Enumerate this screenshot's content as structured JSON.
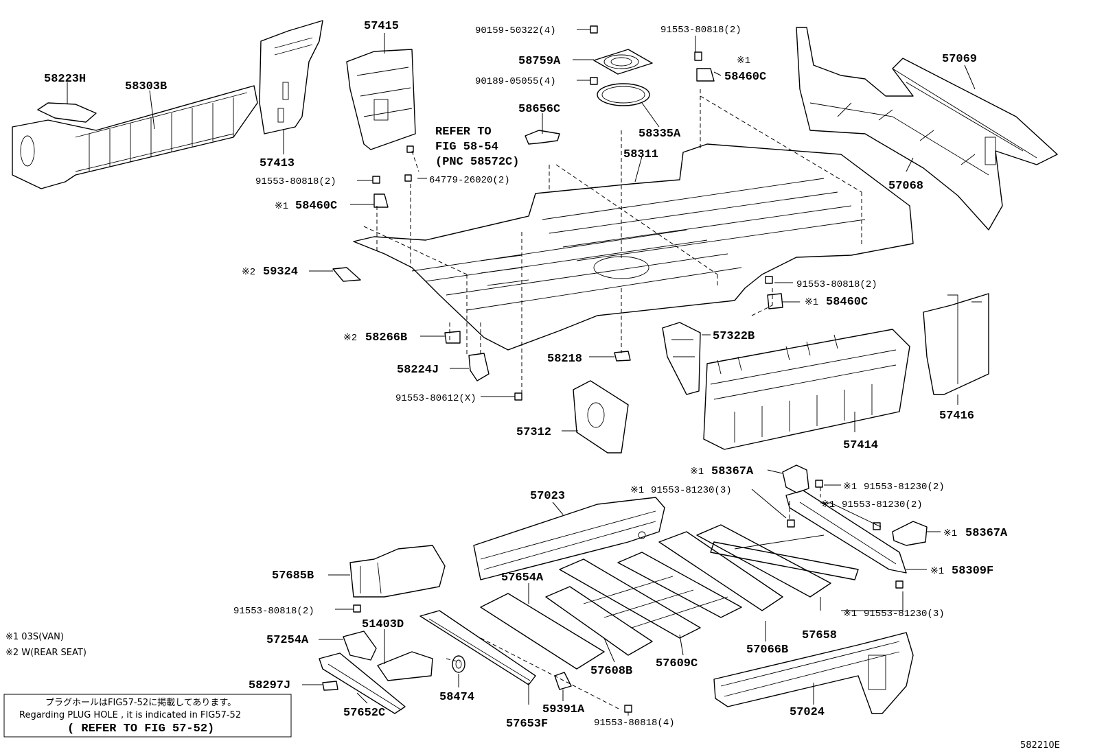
{
  "diagram_id": "582210E",
  "parts": {
    "p58223H": "58223H",
    "p58303B": "58303B",
    "p57413": "57413",
    "p57415": "57415",
    "p90159": "90159-50322(4)",
    "p58759A": "58759A",
    "p90189": "90189-05055(4)",
    "p58335A": "58335A",
    "p91553_80818_top": "91553-80818(2)",
    "p58460C_top": "58460C",
    "p58656C": "58656C",
    "p58311": "58311",
    "p57069": "57069",
    "p57068": "57068",
    "p91553_80818_left": "91553-80818(2)",
    "p64779": "64779-26020(2)",
    "p58460C_left": "58460C",
    "p59324": "59324",
    "p58266B": "58266B",
    "p58224J": "58224J",
    "p91553_80612": "91553-80612(X)",
    "p58218": "58218",
    "p57322B": "57322B",
    "p91553_80818_right": "91553-80818(2)",
    "p58460C_right": "58460C",
    "p57416": "57416",
    "p57414": "57414",
    "p57312": "57312",
    "p58367A_top": "58367A",
    "p91553_81230_a": "91553-81230(2)",
    "p91553_81230_b": "91553-81230(3)",
    "p91553_81230_c": "91553-81230(2)",
    "p58367A_right": "58367A",
    "p58309F": "58309F",
    "p91553_81230_d": "91553-81230(3)",
    "p57023": "57023",
    "p57685B": "57685B",
    "p91553_80818_lower": "91553-80818(2)",
    "p57654A": "57654A",
    "p57658": "57658",
    "p57254A": "57254A",
    "p51403D": "51403D",
    "p57066B": "57066B",
    "p57609C": "57609C",
    "p57608B": "57608B",
    "p58297J": "58297J",
    "p58474": "58474",
    "p59391A": "59391A",
    "p57652C": "57652C",
    "p57653F": "57653F",
    "p91553_80818_bottom": "91553-80818(4)",
    "p57024": "57024"
  },
  "refer": {
    "line1": "REFER TO",
    "line2": "FIG 58-54",
    "line3": "(PNC 58572C)"
  },
  "marks": {
    "m1": "※1",
    "m2": "※2"
  },
  "legend": {
    "line1": "※1 03S(VAN)",
    "line2": "※2 W(REAR SEAT)"
  },
  "notice": {
    "jp": "プラグホールはFIG57-52に掲載してあります。",
    "en": "Regarding PLUG HOLE , it is indicated in FIG57-52",
    "ref": "( REFER TO FIG 57-52)"
  }
}
